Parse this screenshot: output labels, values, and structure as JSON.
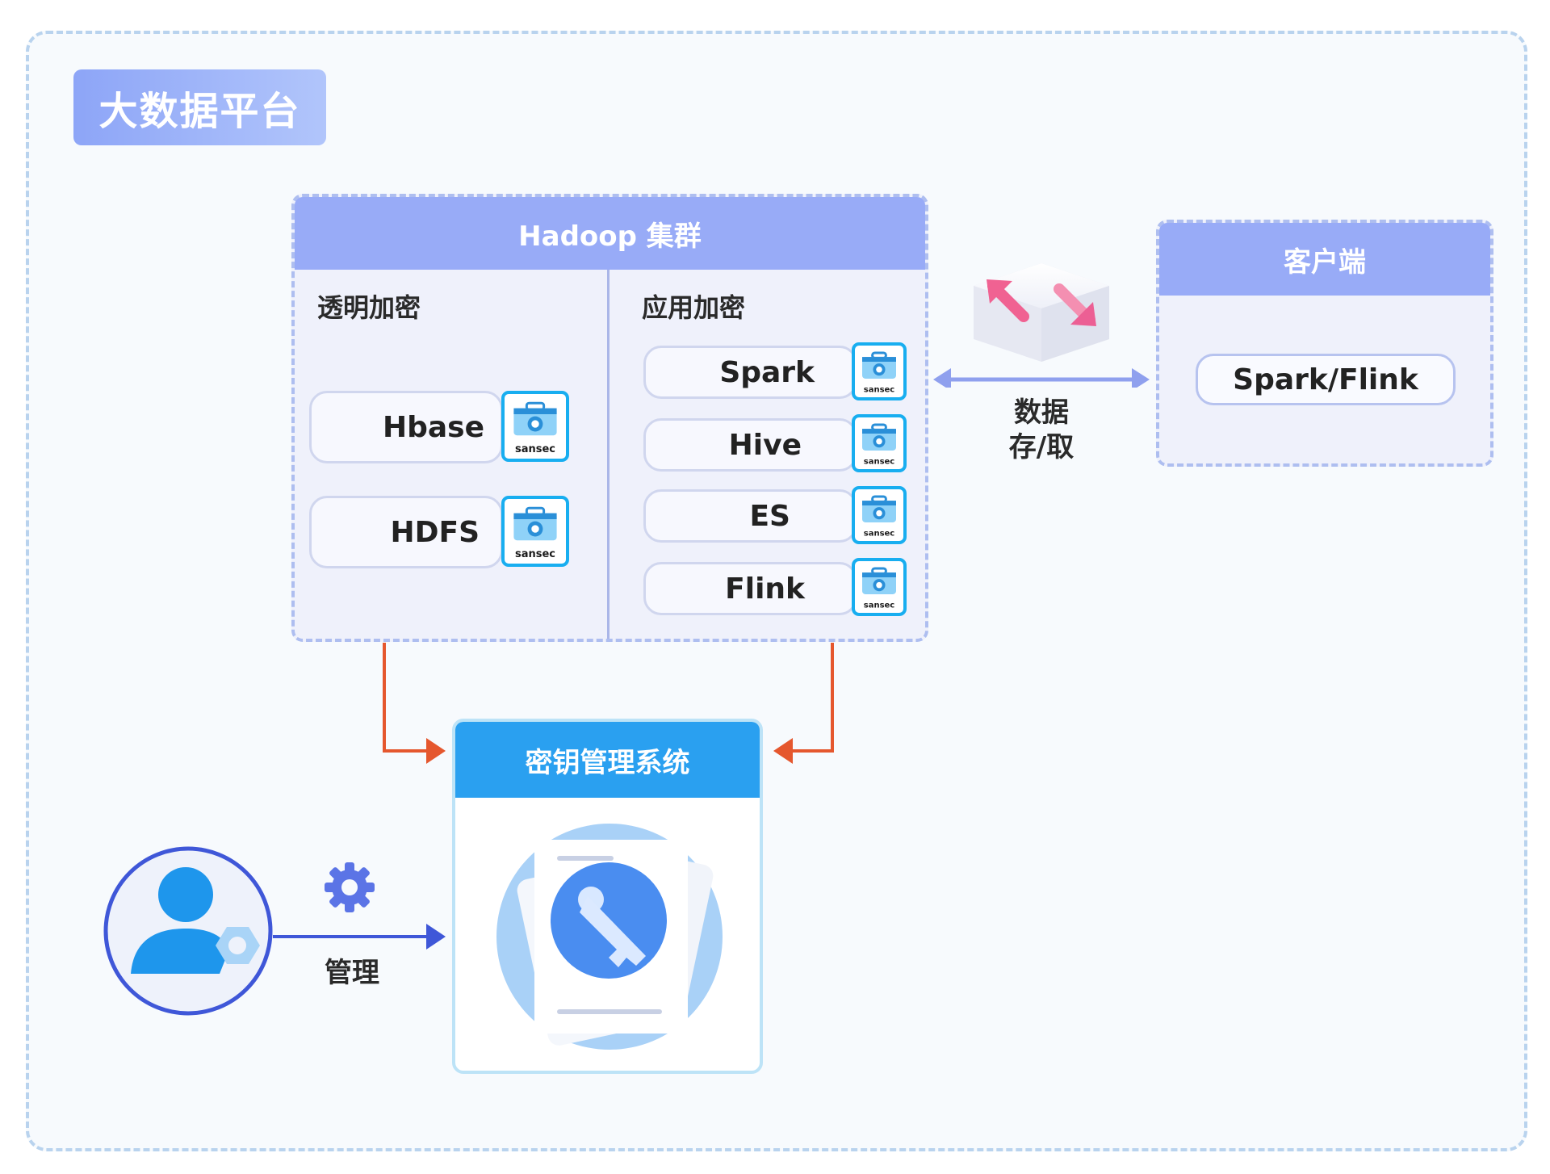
{
  "platform": {
    "title": "大数据平台"
  },
  "hadoop": {
    "title": "Hadoop 集群",
    "sections": {
      "transparent": "透明加密",
      "application": "应用加密"
    },
    "transparent_services": [
      "Hbase",
      "HDFS"
    ],
    "application_services": [
      "Spark",
      "Hive",
      "ES",
      "Flink"
    ]
  },
  "badge": {
    "text": "sansec"
  },
  "client": {
    "title": "客户端",
    "service": "Spark/Flink"
  },
  "data_access": {
    "label_line1": "数据",
    "label_line2": "存/取"
  },
  "kms": {
    "title": "密钥管理系统"
  },
  "admin": {
    "label": "管理"
  },
  "colors": {
    "dashed_border": "#b9d3ee",
    "hadoop_header": "#98abf7",
    "kms_header": "#2aa0f0",
    "badge_border": "#18aef0",
    "flow_arrow": "#e5572e",
    "manage_arrow": "#3f57d8",
    "data_arrow": "#8fa0ee"
  }
}
